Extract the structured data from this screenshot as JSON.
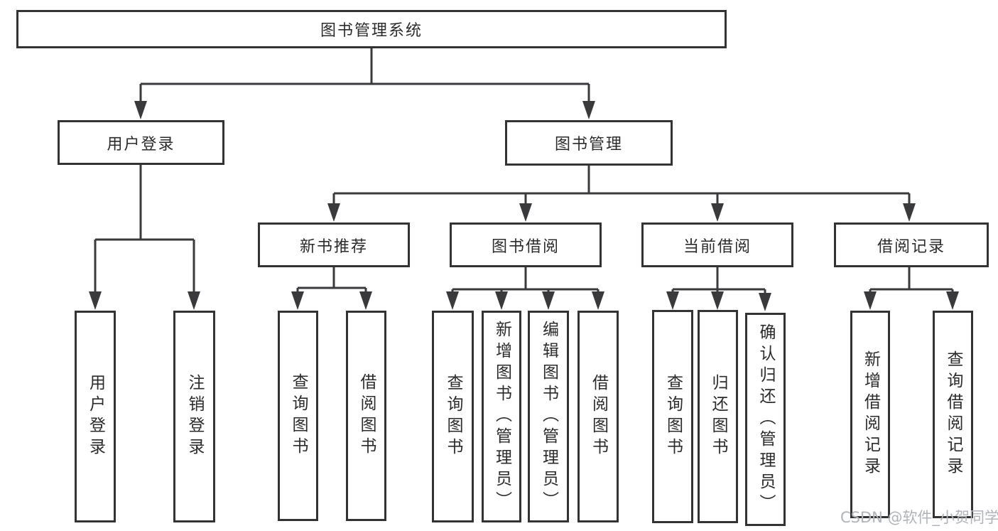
{
  "tree": {
    "label": "图书管理系统",
    "children": [
      {
        "label": "用户登录",
        "children": [
          {
            "label": "用户登录"
          },
          {
            "label": "注销登录"
          }
        ]
      },
      {
        "label": "图书管理",
        "children": [
          {
            "label": "新书推荐",
            "children": [
              {
                "label": "查询图书"
              },
              {
                "label": "借阅图书"
              }
            ]
          },
          {
            "label": "图书借阅",
            "children": [
              {
                "label": "查询图书"
              },
              {
                "label": "新增图书（管理员）"
              },
              {
                "label": "编辑图书（管理员）"
              },
              {
                "label": "借阅图书"
              }
            ]
          },
          {
            "label": "当前借阅",
            "children": [
              {
                "label": "查询图书"
              },
              {
                "label": "归还图书"
              },
              {
                "label": "确认归还（管理员）"
              }
            ]
          },
          {
            "label": "借阅记录",
            "children": [
              {
                "label": "新增借阅记录"
              },
              {
                "label": "查询借阅记录"
              }
            ]
          }
        ]
      }
    ]
  },
  "watermark": {
    "text": "CSDN @软件_小贺同学"
  },
  "colors": {
    "line": "#3a3a3c",
    "box_border": "#333333",
    "text": "#2b2b2b",
    "watermark": "#b0b3b8",
    "background": "#ffffff"
  }
}
